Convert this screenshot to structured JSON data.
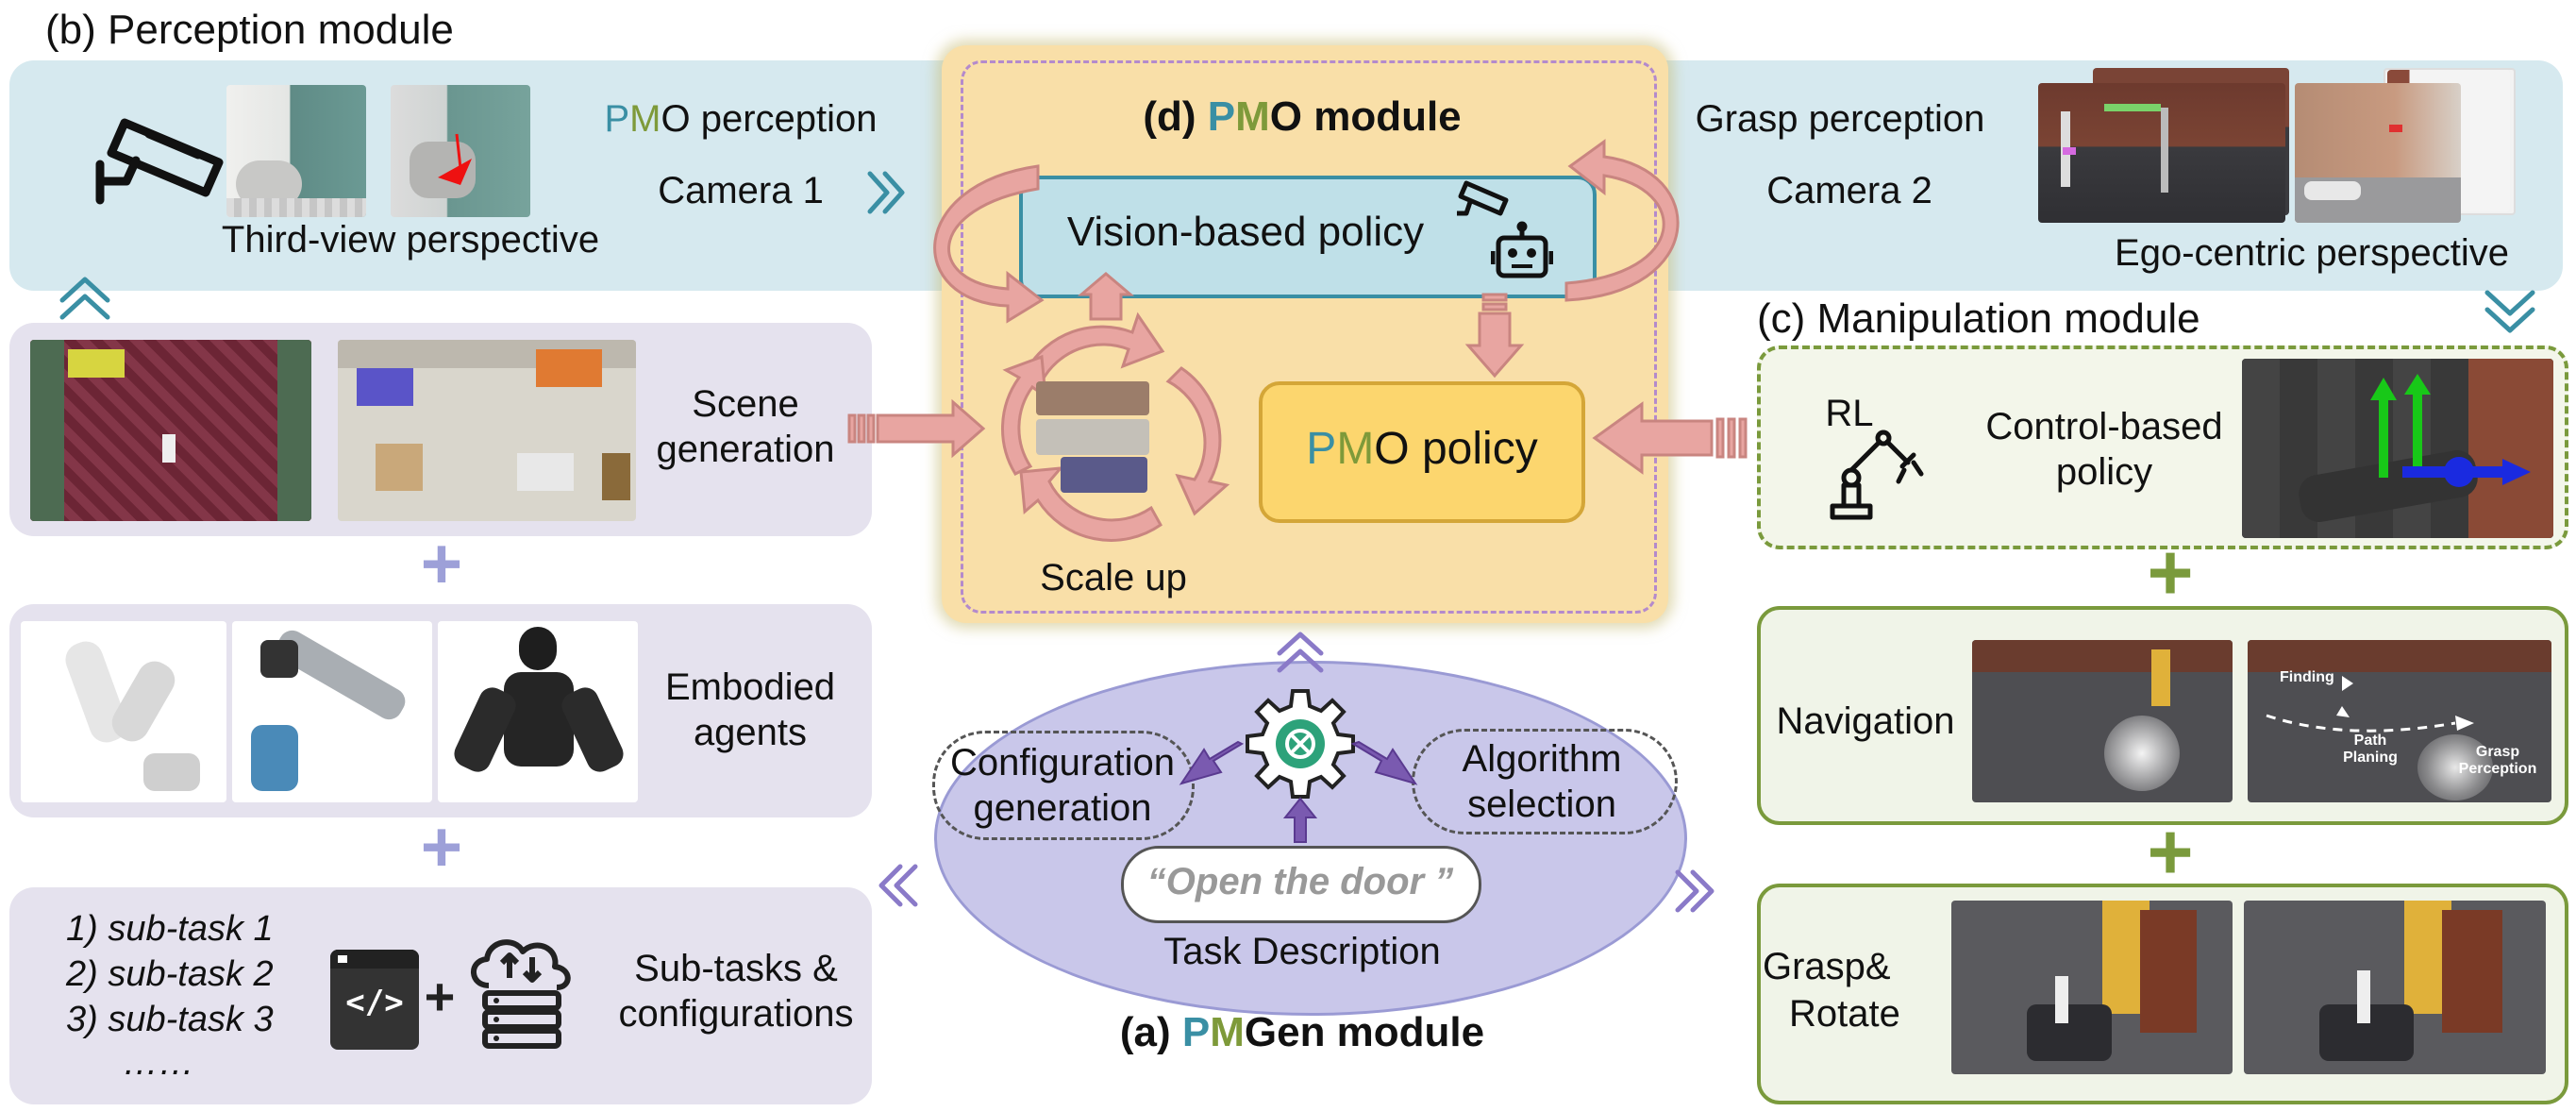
{
  "perception": {
    "header": "(b) Perception module",
    "pmo_perception": {
      "p": "P",
      "m": "M",
      "rest": "O perception"
    },
    "camera1": "Camera 1",
    "third_view": "Third-view perspective",
    "grasp_perception": "Grasp perception",
    "camera2": "Camera 2",
    "ego_centric": "Ego-centric perspective"
  },
  "pmo_module": {
    "header": {
      "prefix": "(d) ",
      "p": "P",
      "m": "M",
      "rest": "O module"
    },
    "vision_policy": "Vision-based policy",
    "pmo_policy": {
      "p": "P",
      "m": "M",
      "rest": "O policy"
    },
    "scale_up": "Scale up"
  },
  "pmgen": {
    "header": {
      "prefix": "(a) ",
      "p": "P",
      "m": "M",
      "rest": "Gen module"
    },
    "config_gen": [
      "Configuration",
      "generation"
    ],
    "algo_sel": [
      "Algorithm",
      "selection"
    ],
    "task_quote": "“Open the door ”",
    "task_desc": "Task Description"
  },
  "left": {
    "scene_generation": [
      "Scene",
      "generation"
    ],
    "embodied_agents": [
      "Embodied",
      "agents"
    ],
    "subtasks_label": [
      "Sub-tasks &",
      "configurations"
    ],
    "subtasks": [
      "1) sub-task 1",
      "2) sub-task 2",
      "3) sub-task 3",
      "……"
    ],
    "code_glyph": "</>"
  },
  "manipulation": {
    "header": "(c) Manipulation module",
    "rl": "RL",
    "control_policy": [
      "Control-based",
      "policy"
    ],
    "navigation": "Navigation",
    "nav_labels": {
      "finding": "Finding",
      "path": [
        "Path",
        "Planing"
      ],
      "grasp": [
        "Grasp",
        "Perception"
      ]
    },
    "grasp_rotate": [
      "Grasp&",
      "Rotate"
    ]
  },
  "colors": {
    "perception_band": "#d6e9ef",
    "pmo_panel": "#f9dfa8",
    "vision_box": "#bfe0e8",
    "pmo_policy_box": "#fcd66e",
    "pink_arrow": "#e8a5a1",
    "pmgen_ellipse": "#c9c7ea",
    "purple_arrow": "#7a5ab0",
    "teal": "#3a8fa4",
    "green": "#7a9a3c",
    "lavender": "#e5e2ee"
  },
  "icons": [
    "security-camera-icon",
    "robot-head-icon",
    "robot-arm-icon",
    "chatgpt-gear-icon",
    "code-icon",
    "cloud-server-icon"
  ]
}
